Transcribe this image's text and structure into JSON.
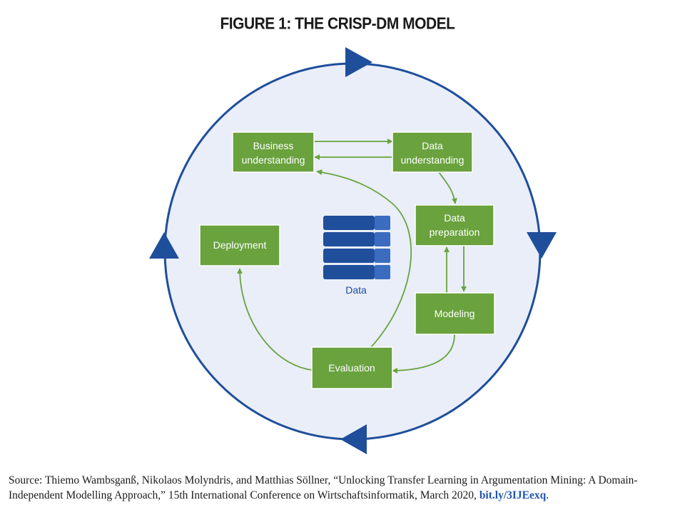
{
  "title": "FIGURE 1: THE CRISP-DM MODEL",
  "boxes": {
    "business": [
      "Business",
      "understanding"
    ],
    "data_understanding": [
      "Data",
      "understanding"
    ],
    "data_preparation": [
      "Data",
      "preparation"
    ],
    "modeling": "Modeling",
    "evaluation": "Evaluation",
    "deployment": "Deployment"
  },
  "data_label": "Data",
  "colors": {
    "circle_fill": "#e9eef8",
    "circle_stroke": "#1f4e9b",
    "box_fill": "#6aa23e",
    "arrow": "#6aa23e",
    "database": "#1f4e9b"
  },
  "source": {
    "text": "Source: Thiemo Wambsganß, Nikolaos Molyndris, and Matthias Söllner, “Unlocking Transfer Learning in Argumentation Mining: A Domain-Independent Modelling Approach,” 15th International Conference on Wirtschaftsinformatik, March 2020, ",
    "link": "bit.ly/3IJEexq",
    "end": "."
  }
}
